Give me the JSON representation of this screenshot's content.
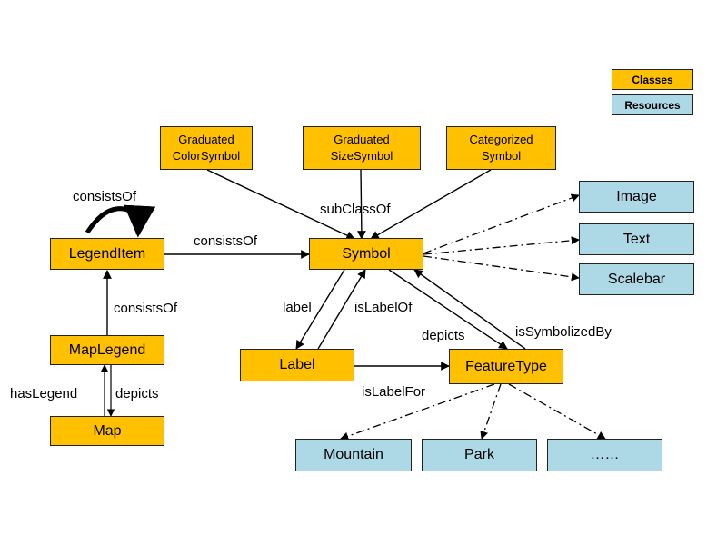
{
  "legend": {
    "classes": "Classes",
    "resources": "Resources",
    "class_color": "#FFC000",
    "resource_color": "#ADD8E6"
  },
  "nodes": {
    "graduated_color": [
      "Graduated",
      "ColorSymbol"
    ],
    "graduated_size": [
      "Graduated",
      "SizeSymbol"
    ],
    "categorized": [
      "Categorized",
      "Symbol"
    ],
    "legend_item": "LegendItem",
    "symbol": "Symbol",
    "map_legend": "MapLegend",
    "map": "Map",
    "label": "Label",
    "feature_type": "FeatureType",
    "image": "Image",
    "text": "Text",
    "scalebar": "Scalebar",
    "mountain": "Mountain",
    "park": "Park",
    "more": "……"
  },
  "edges": {
    "consists_of_self": "consistsOf",
    "consists_of_symbol": "consistsOf",
    "consists_of_legend": "consistsOf",
    "sub_class_of": "subClassOf",
    "label": "label",
    "is_label_of": "isLabelOf",
    "depicts_feature": "depicts",
    "is_symbolized_by": "isSymbolizedBy",
    "has_legend": "hasLegend",
    "depicts_map": "depicts",
    "is_label_for": "isLabelFor"
  }
}
